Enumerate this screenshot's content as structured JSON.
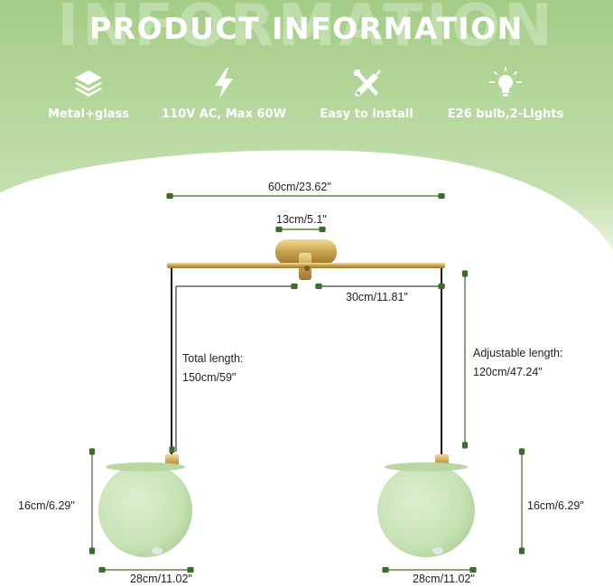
{
  "header": {
    "title": "PRODUCT INFORMATION",
    "watermark": "INFORMATION"
  },
  "features": [
    {
      "icon": "layers-icon",
      "label": "Metal+glass"
    },
    {
      "icon": "lightning-icon",
      "label": "110V AC, Max 60W"
    },
    {
      "icon": "tools-icon",
      "label": "Easy to install"
    },
    {
      "icon": "bulb-icon",
      "label": "E26 bulb,2-Lights"
    }
  ],
  "dimensions": {
    "overall_width": "60cm/23.62\"",
    "canopy_width": "13cm/5.1\"",
    "half_span": "30cm/11.81\"",
    "total_length_label": "Total length:",
    "total_length_value": "150cm/59\"",
    "adjustable_length_label": "Adjustable length:",
    "adjustable_length_value": "120cm/47.24\"",
    "shade_height_left": "16cm/6.29\"",
    "shade_height_right": "16cm/6.29\"",
    "shade_width_left": "28cm/11.02\"",
    "shade_width_right": "28cm/11.02\""
  },
  "colors": {
    "header_green": "#a6cf8a",
    "shade_green": "#cfe6bf",
    "gold": "#caa24f",
    "dimension_line": "#3c6b2c"
  }
}
